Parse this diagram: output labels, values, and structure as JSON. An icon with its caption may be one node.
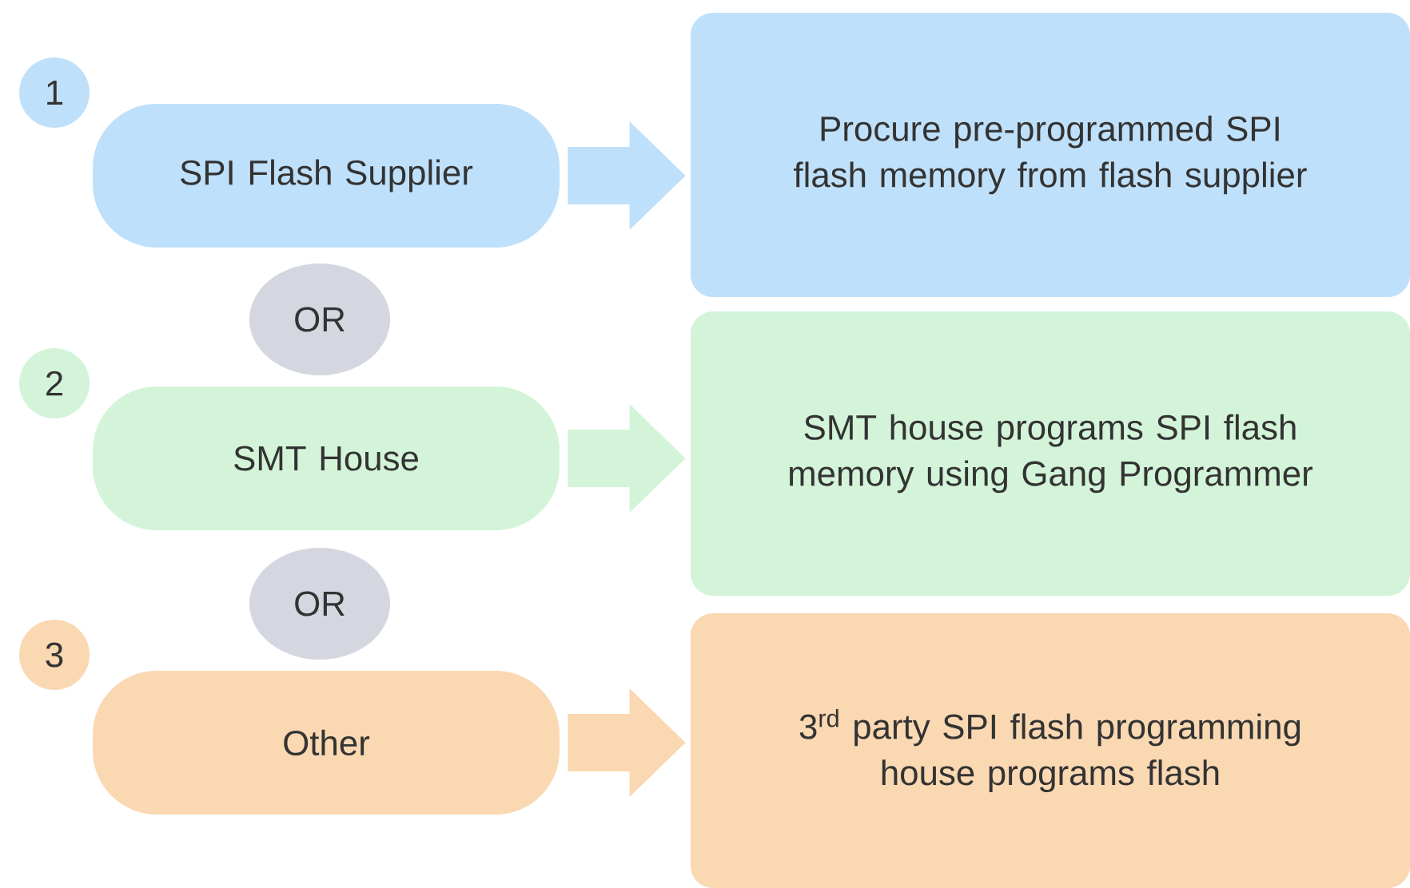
{
  "diagram": {
    "nodes": [
      {
        "text": [
          "1"
        ]
      },
      {
        "text": [
          "SPI Flash Supplier"
        ]
      },
      {
        "text": [
          "Procure pre-programmed SPI flash memory from flash supplier"
        ]
      },
      {
        "text": [
          "OR"
        ]
      },
      {
        "text": [
          "2"
        ]
      },
      {
        "text": [
          "SMT House"
        ]
      },
      {
        "text": [
          "SMT house programs SPI flash memory using Gang Programmer"
        ]
      },
      {
        "text": [
          "OR"
        ]
      },
      {
        "text": [
          "3"
        ]
      },
      {
        "text": [
          "Other"
        ]
      },
      {
        "text": [
          "3$^{rd}$ party SPI flash programming house programs flash"
        ]
      }
    ],
    "edges": [
      {
        "from": 1,
        "to": 2,
        "arrow": "to",
        "color": "#bfe0fa"
      },
      {
        "from": 5,
        "to": 6,
        "arrow": "to",
        "color": "#d3f4d9"
      },
      {
        "from": 9,
        "to": 10,
        "arrow": "to",
        "color": "#fad8b2"
      }
    ]
  }
}
